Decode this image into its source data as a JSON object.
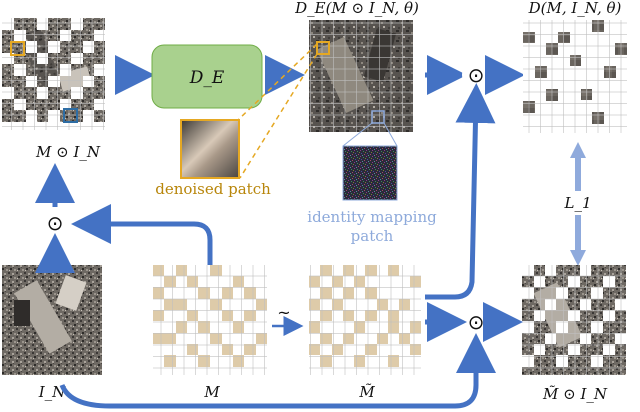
{
  "labels": {
    "masked_noisy_input": "M ⊙ I_N",
    "denoiser_block": "D_E",
    "denoised_output": "D_E(M ⊙ I_N, θ)",
    "final_output": "D(M, I_N, θ)",
    "denoised_patch": "denoised patch",
    "identity_mapping_line1": "identity mapping",
    "identity_mapping_line2": "patch",
    "noisy_image": "I_N",
    "mask": "M",
    "complement_mask": "M̃",
    "masked_target": "M̃ ⊙ I_N",
    "loss": "L_1",
    "hadamard_symbol": "⊙",
    "complement_symbol": "~"
  },
  "masks": {
    "grid_cells": 12,
    "mask_filled_fraction": 0.5
  },
  "colors": {
    "arrow": "#4472C4",
    "loss_arrow": "#8FAADC",
    "denoiser_fill": "#A9D18E",
    "denoiser_stroke": "#70AD47",
    "mask_tan": "#DECBA9",
    "denoised_patch_label": "#B8860B",
    "highlight_orange": "#E5A823",
    "highlight_blue": "#2E6DA4",
    "identity_label": "#8EAADB",
    "grid_line": "#BFBFBF"
  }
}
